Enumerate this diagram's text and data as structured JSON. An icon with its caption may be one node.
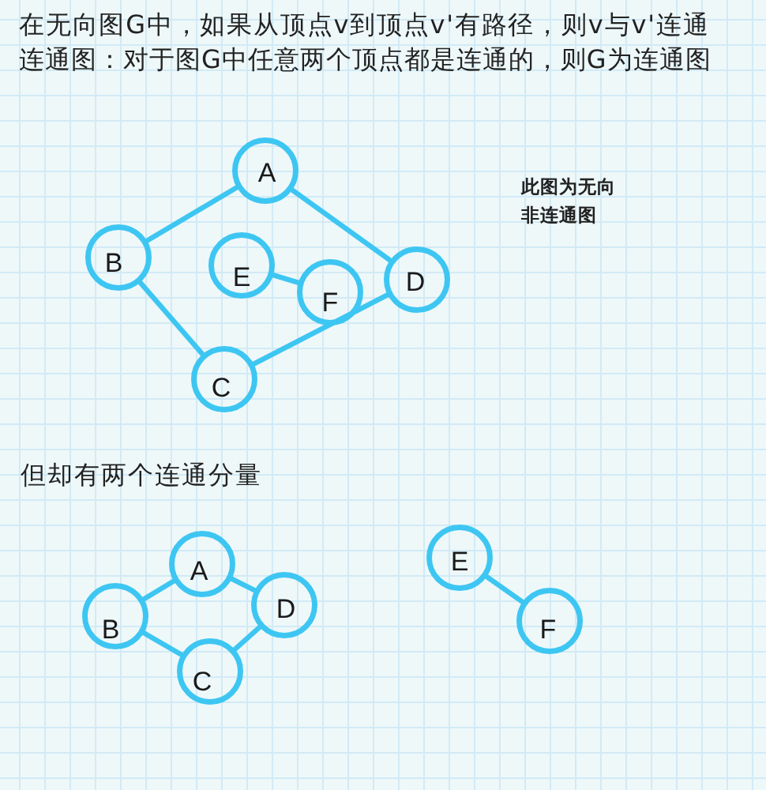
{
  "diagram": {
    "nodes": [
      {
        "text": [
          "A"
        ]
      },
      {
        "text": [
          "B"
        ]
      },
      {
        "text": [
          "E"
        ]
      },
      {
        "text": [
          "F"
        ]
      },
      {
        "text": [
          "D"
        ]
      },
      {
        "text": [
          "C"
        ]
      },
      {
        "text": [
          "A"
        ]
      },
      {
        "text": [
          "B"
        ]
      },
      {
        "text": [
          "D"
        ]
      },
      {
        "text": [
          "C"
        ]
      },
      {
        "text": [
          "E"
        ]
      },
      {
        "text": [
          "F"
        ]
      }
    ],
    "edges": [
      {
        "from": 0,
        "to": 1,
        "arrow": "none"
      },
      {
        "from": 0,
        "to": 4,
        "arrow": "none"
      },
      {
        "from": 1,
        "to": 5,
        "arrow": "none"
      },
      {
        "from": 5,
        "to": 4,
        "arrow": "none"
      },
      {
        "from": 2,
        "to": 3,
        "arrow": "none"
      },
      {
        "from": 7,
        "to": 6,
        "arrow": "none"
      },
      {
        "from": 6,
        "to": 8,
        "arrow": "none"
      },
      {
        "from": 7,
        "to": 9,
        "arrow": "none"
      },
      {
        "from": 9,
        "to": 8,
        "arrow": "none"
      },
      {
        "from": 10,
        "to": 11,
        "arrow": "none"
      }
    ],
    "labels": [
      "在无向图G中，如果从顶点v到顶点v'有路径，则v与v'连通",
      "连通图：对于图G中任意两个顶点都是连通的，则G为连通图",
      "此图为无向非连通图",
      "但却有两个连通分量"
    ]
  }
}
